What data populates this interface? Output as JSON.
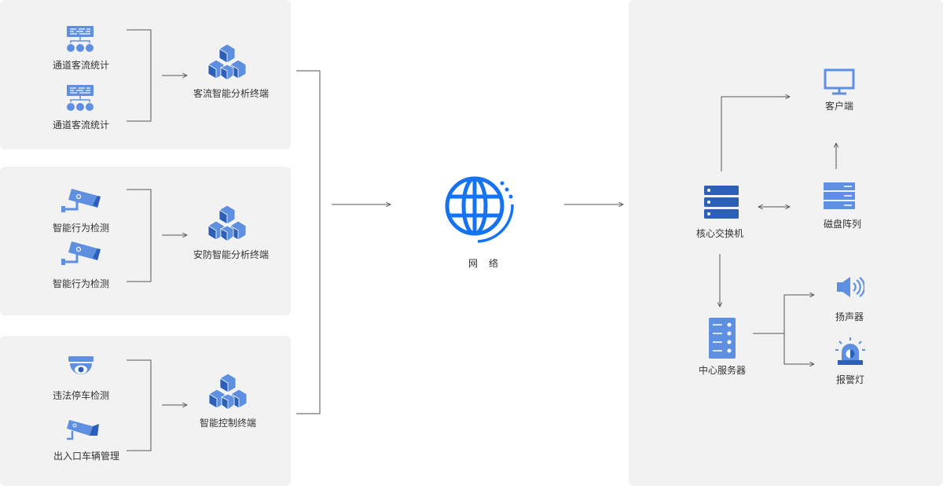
{
  "colors": {
    "panel": "#f2f2f3",
    "icon_light": "#5f8fe0",
    "icon_dark": "#2b5fb8",
    "globe": "#1573f2",
    "line": "#555555"
  },
  "left": {
    "group1": {
      "devices": [
        "通道客流统计",
        "通道客流统计"
      ],
      "terminal": "客流智能分析终端"
    },
    "group2": {
      "devices": [
        "智能行为检测",
        "智能行为检测"
      ],
      "terminal": "安防智能分析终端"
    },
    "group3": {
      "devices": [
        "违法停车检测",
        "出入口车辆管理"
      ],
      "terminal": "智能控制终端"
    }
  },
  "center": {
    "network": "网络"
  },
  "right": {
    "client": "客户端",
    "core_switch": "核心交换机",
    "disk_array": "磁盘阵列",
    "central_server": "中心服务器",
    "speaker": "扬声器",
    "alarm_light": "报警灯"
  }
}
